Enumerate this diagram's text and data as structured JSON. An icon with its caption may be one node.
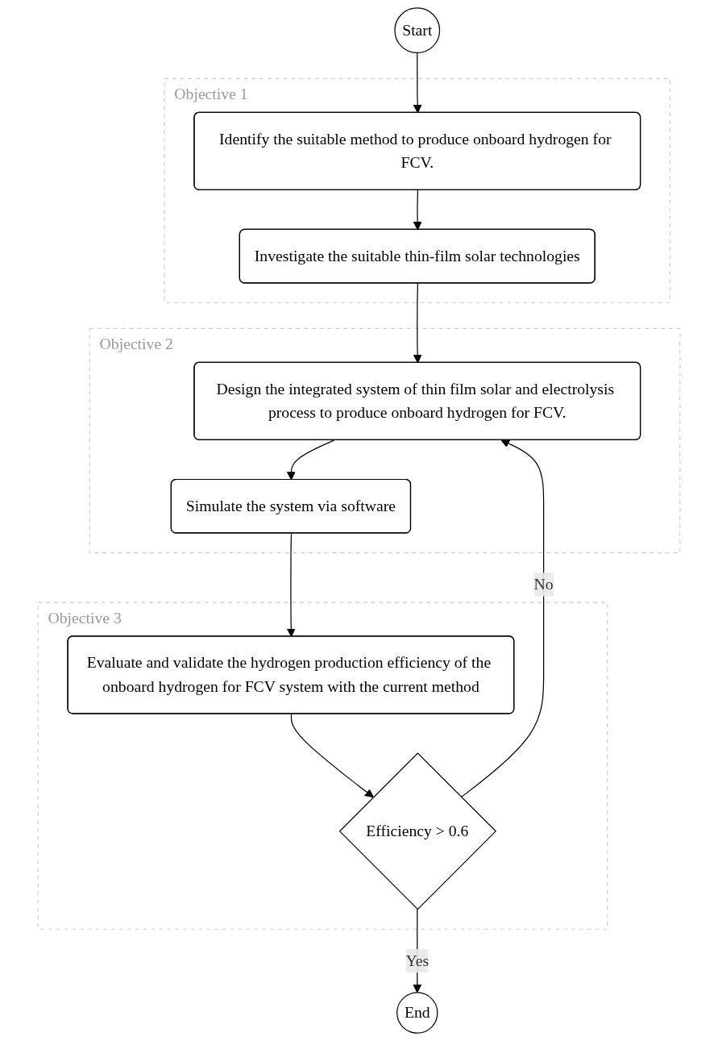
{
  "diagram": {
    "nodes": [
      {
        "text": [
          "Start"
        ]
      },
      {
        "text": [
          "Objective 1"
        ]
      },
      {
        "text": [
          "Identify the suitable method to produce onboard hydrogen for FCV."
        ],
        "in": 1
      },
      {
        "text": [
          "Investigate the suitable thin-film solar technologies"
        ],
        "in": 1
      },
      {
        "text": [
          "Objective 2"
        ]
      },
      {
        "text": [
          "Design the integrated system of thin film solar and electrolysis process to produce onboard hydrogen for FCV."
        ],
        "in": 4
      },
      {
        "text": [
          "Simulate the system via software"
        ],
        "in": 4
      },
      {
        "text": [
          "Objective 3"
        ]
      },
      {
        "text": [
          "Evaluate and validate the hydrogen production efficiency of the onboard hydrogen for FCV system with the current method"
        ],
        "in": 7
      },
      {
        "text": [
          "Efficiency > 0.6"
        ],
        "in": 7
      },
      {
        "text": [
          "End"
        ]
      }
    ],
    "edges": [
      {
        "from": 0,
        "to": 2,
        "arrow": "to"
      },
      {
        "from": 2,
        "to": 3,
        "arrow": "to"
      },
      {
        "from": 3,
        "to": 5,
        "arrow": "to"
      },
      {
        "from": 5,
        "to": 6,
        "arrow": "to"
      },
      {
        "from": 6,
        "to": 8,
        "arrow": "to"
      },
      {
        "from": 8,
        "to": 9,
        "arrow": "to"
      },
      {
        "from": 9,
        "to": 10,
        "label": "Yes",
        "arrow": "to"
      },
      {
        "from": 9,
        "to": 5,
        "label": "No",
        "arrow": "to"
      }
    ]
  }
}
